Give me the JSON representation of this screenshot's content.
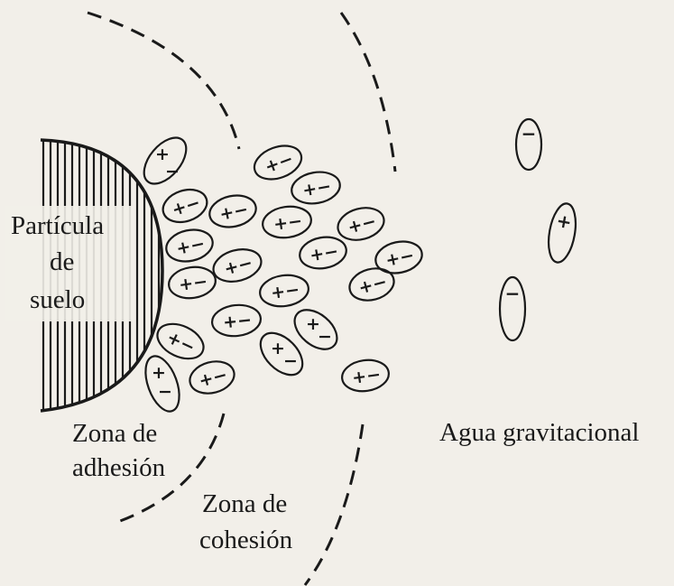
{
  "labels": {
    "particle": [
      "Partícula",
      "de",
      "suelo"
    ],
    "adhesion": [
      "Zona de",
      "adhesión"
    ],
    "cohesion": [
      "Zona de",
      "cohesión"
    ],
    "gravitational": "Agua gravitacional"
  },
  "molecule_signs": {
    "positive": "+",
    "negative": "−"
  },
  "colors": {
    "ink": "#1a1a1a",
    "paper": "#f2efe9"
  }
}
